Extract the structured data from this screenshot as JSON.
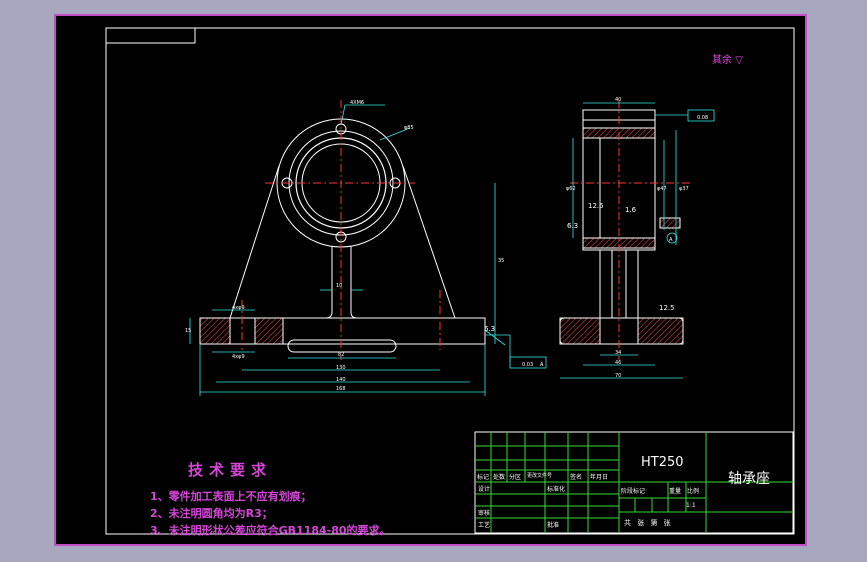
{
  "title_block": {
    "material": "HT250",
    "part_name": "轴承座",
    "scale": "1:1",
    "columns_row": [
      "标记",
      "处数",
      "分区",
      "更改文件号",
      "签名",
      "年月日"
    ],
    "roles": [
      "设计",
      "审核",
      "工艺"
    ],
    "middle_labels": [
      "标准化",
      "批准"
    ],
    "stage_labels": [
      "阶段标记",
      "重量",
      "比例"
    ],
    "sheet_label": "共 张 第 张"
  },
  "tech_requirements": {
    "title": "技术要求",
    "items": [
      "1、零件加工表面上不应有划痕；",
      "2、未注明圆角均为R3；",
      "3、未注明形状公差应符合GB1184-80的要求。"
    ]
  },
  "roughness_note": "其余",
  "dimensions": {
    "front_width_outer": "168",
    "front_width_mid": "140",
    "front_width_inner": "130",
    "slot_width": "82",
    "rib_width": "10",
    "height": "35",
    "base_thickness": "15",
    "bolt_holes": "4xφ9",
    "flange_holes": "4XM6",
    "outer_dia": "φ85",
    "side_width_top": "40",
    "side_base_inner": "34",
    "side_base_mid": "46",
    "side_base_outer": "70",
    "bore_dia": "φ62",
    "bore_tol": "φ47",
    "bore_right": "φ37",
    "rough_12_5_a": "12.5",
    "rough_1_6": "1.6",
    "rough_12_5_b": "12.5",
    "rough_6_3_a": "6.3",
    "rough_6_3_b": "6.3",
    "tol_flatness": "0.03",
    "tol_flatness_ref": "A",
    "tol_parallel": "0.08",
    "datum": "A"
  }
}
